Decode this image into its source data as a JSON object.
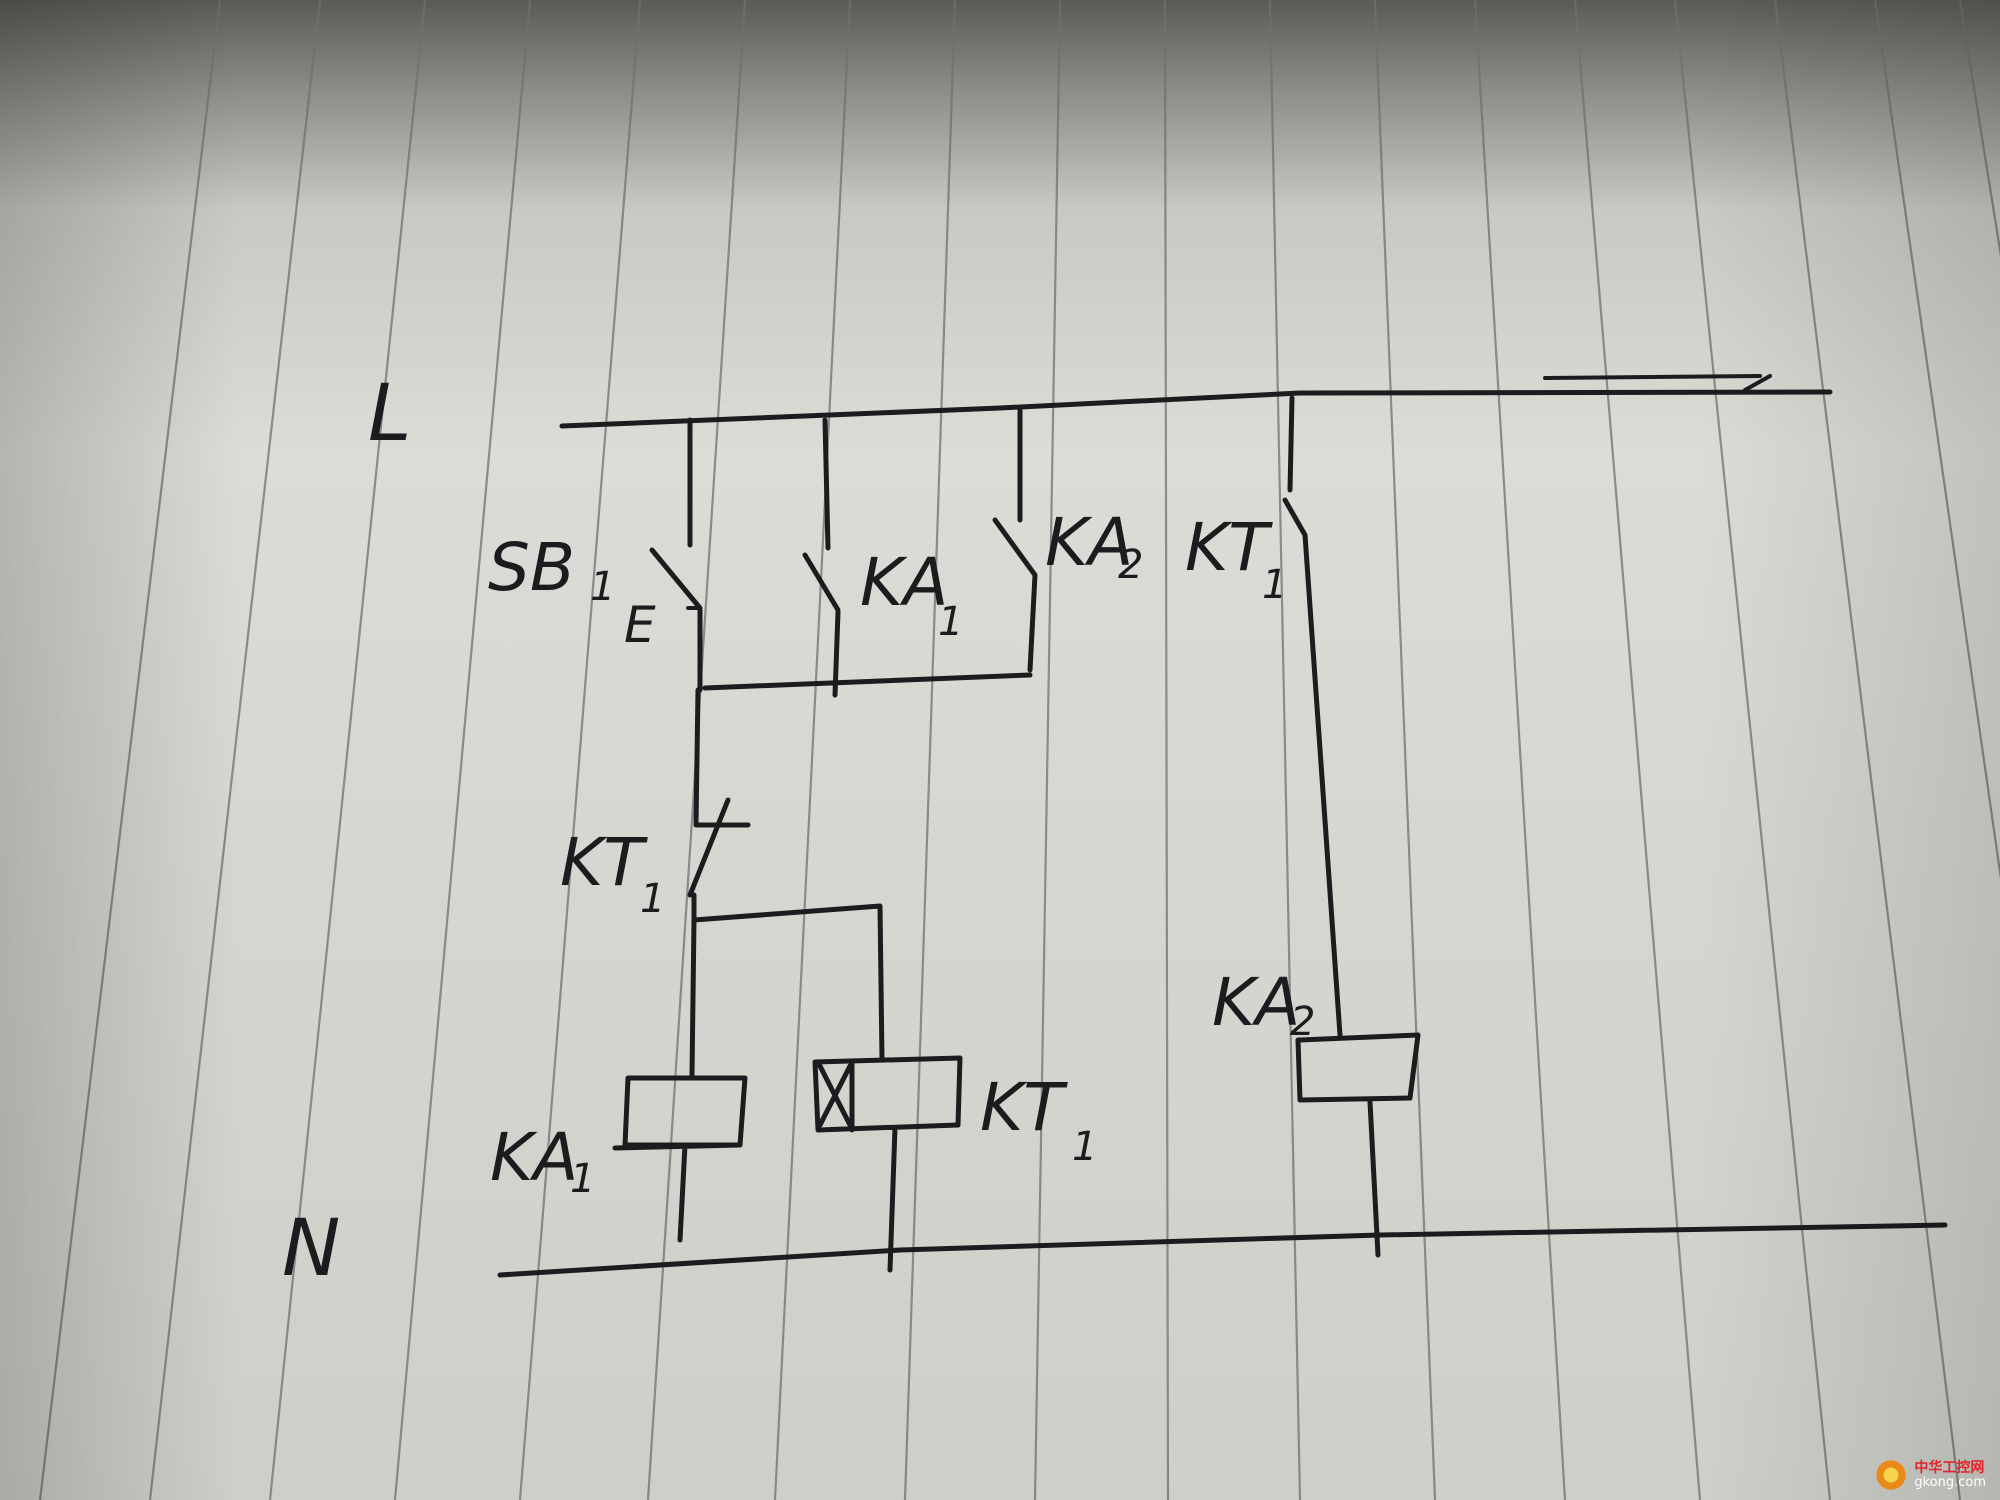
{
  "diagram": {
    "rails": {
      "top": "L",
      "bottom": "N"
    },
    "contacts": [
      {
        "name": "SB",
        "sub": "1"
      },
      {
        "name": "E",
        "sub": ""
      },
      {
        "name": "KA",
        "sub": "1"
      },
      {
        "name": "KA",
        "sub": "2"
      },
      {
        "name": "KT",
        "sub": "1"
      },
      {
        "name": "KT",
        "sub": "1"
      }
    ],
    "coils": [
      {
        "name": "KA",
        "sub": "1"
      },
      {
        "name": "KT",
        "sub": "1"
      },
      {
        "name": "KA",
        "sub": "2"
      }
    ]
  },
  "watermark": {
    "brand_cn": "中华工控网",
    "domain": "gkong.com"
  },
  "colors": {
    "ink": "#1c1c1f",
    "paper": "#d6d6d1",
    "rule": "#6e7073"
  }
}
